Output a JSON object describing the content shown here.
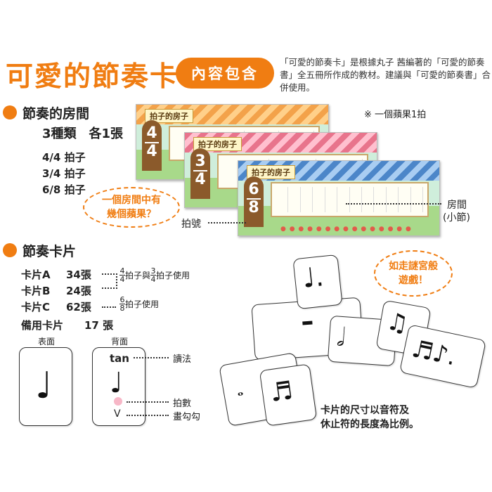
{
  "header": {
    "title": "可愛的節奏卡",
    "badge": "內容包含",
    "intro": "「可愛的節奏卡」是根據丸子 茜編著的「可愛的節奏書」全五冊所作成的教材。建議與「可愛的節奏書」合併使用。"
  },
  "rooms_section": {
    "title": "節奏的房間",
    "summary": "3種類　各1張",
    "meters": [
      "4/4 拍子",
      "3/4 拍子",
      "6/8 拍子"
    ],
    "note": "※ 一個蘋果1拍",
    "bubble": [
      "一個房間中有",
      "幾個蘋果？"
    ],
    "label_beat": "拍號",
    "label_room": "房間",
    "label_room_sub": "(小節)",
    "card_banner": "拍子的房子",
    "cards": [
      {
        "num": "4",
        "den": "4",
        "roof_color": "#f3a24a"
      },
      {
        "num": "3",
        "den": "4",
        "roof_color": "#e8748c"
      },
      {
        "num": "6",
        "den": "8",
        "roof_color": "#4c86c9"
      }
    ]
  },
  "cards_section": {
    "title": "節奏卡片",
    "rows": [
      {
        "name": "卡片A",
        "count": "34張"
      },
      {
        "name": "卡片B",
        "count": "24張"
      },
      {
        "name": "卡片C",
        "count": "62張"
      }
    ],
    "usage_ab": "拍子與",
    "usage_ab_end": "拍子使用",
    "usage_c": "拍子使用",
    "frac_a": {
      "num": "4",
      "den": "4"
    },
    "frac_b": {
      "num": "3",
      "den": "4"
    },
    "frac_c": {
      "num": "6",
      "den": "8"
    },
    "spare_name": "備用卡片",
    "spare_count": "17 張",
    "front_label": "表面",
    "back_label": "背面",
    "back_word": "tan",
    "label_read": "讀法",
    "label_count": "拍數",
    "label_check": "畫勾勾",
    "check_mark": "V",
    "maze_bubble": [
      "如走謎宮般",
      "遊戲！"
    ],
    "size_note": [
      "卡片的尺寸以音符及",
      "休止符的長度為比例。"
    ]
  },
  "colors": {
    "accent": "#f07d12"
  }
}
